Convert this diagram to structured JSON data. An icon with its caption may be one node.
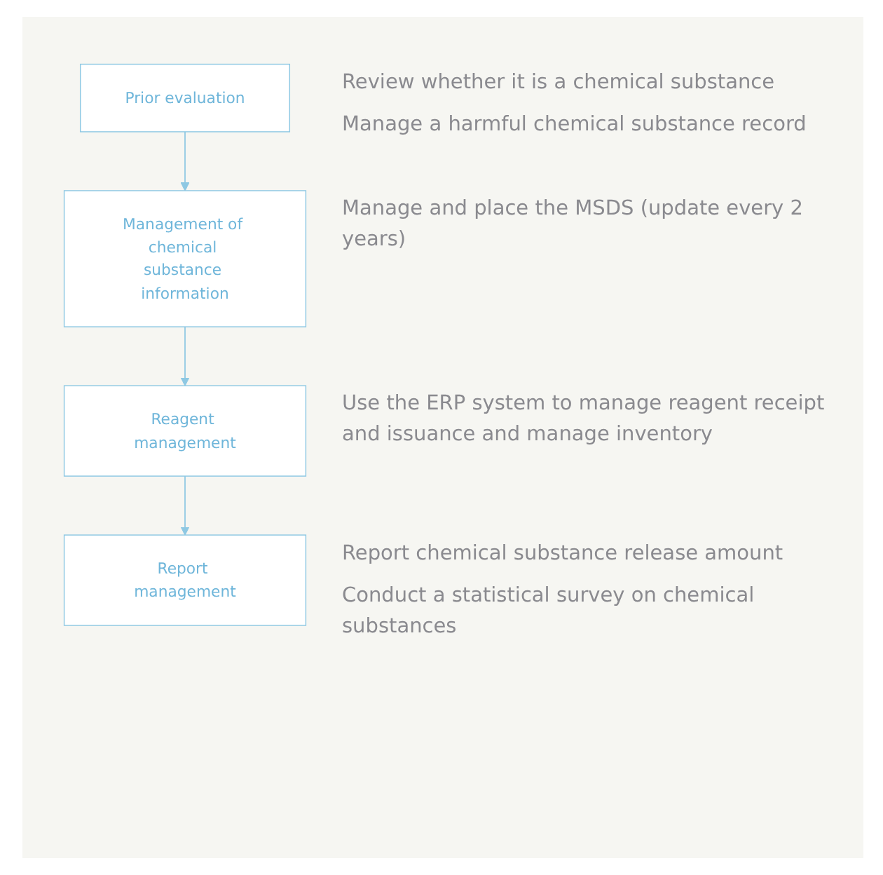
{
  "diagram": {
    "nodes": [
      {
        "text": [
          "Prior evaluation"
        ],
        "beside": [
          "Review whether it is a chemical substance",
          "Manage a harmful chemical substance record"
        ]
      },
      {
        "text": [
          "Management of chemical substance information"
        ],
        "beside": [
          "Manage and place the MSDS (update every 2 years)"
        ]
      },
      {
        "text": [
          "Reagent management"
        ],
        "beside": [
          "Use the ERP system to manage reagent receipt and issuance and manage inventory"
        ]
      },
      {
        "text": [
          "Report management"
        ],
        "beside": [
          "Report chemical substance release amount",
          "Conduct a statistical survey on chemical substances"
        ]
      }
    ],
    "edges": [
      {
        "from": 0,
        "to": 1,
        "arrow": "to"
      },
      {
        "from": 1,
        "to": 2,
        "arrow": "to"
      },
      {
        "from": 2,
        "to": 3,
        "arrow": "to"
      }
    ]
  }
}
